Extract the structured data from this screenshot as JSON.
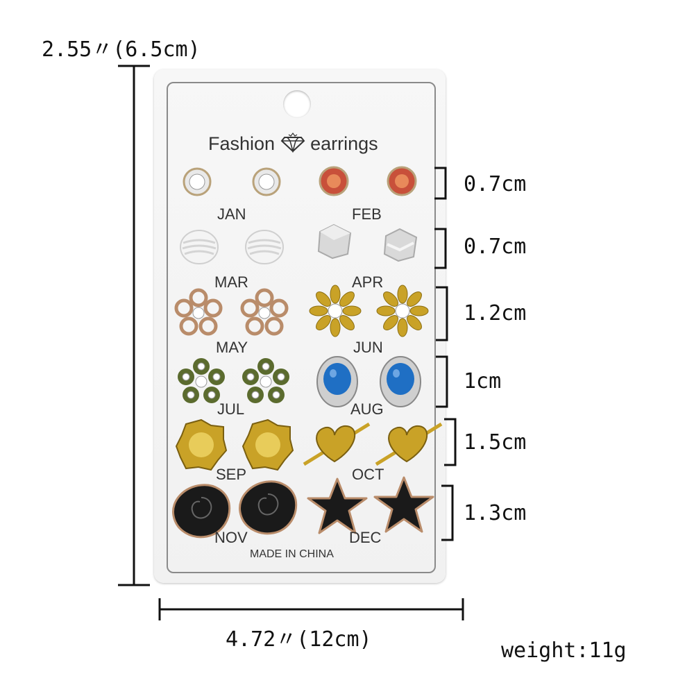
{
  "dimensions": {
    "height_label": "2.55〃(6.5cm)",
    "width_label": "4.72〃(12cm)",
    "weight_label": "weight:11g",
    "row_sizes": [
      "0.7cm",
      "0.7cm",
      "1.2cm",
      "1cm",
      "1.5cm",
      "1.3cm"
    ]
  },
  "card": {
    "brand_left": "Fashion",
    "brand_right": "earrings",
    "footer": "MADE IN CHINA",
    "months": [
      "JAN",
      "FEB",
      "MAR",
      "APR",
      "MAY",
      "JUN",
      "JUL",
      "AUG",
      "SEP",
      "OCT",
      "NOV",
      "DEC"
    ]
  },
  "colors": {
    "gold": "#c9a227",
    "rose_gold": "#b98c6a",
    "blue_stone": "#1f6fc4",
    "ruby": "#c8503a",
    "olive": "#5b6b2e",
    "black_enamel": "#1a1a1a"
  }
}
